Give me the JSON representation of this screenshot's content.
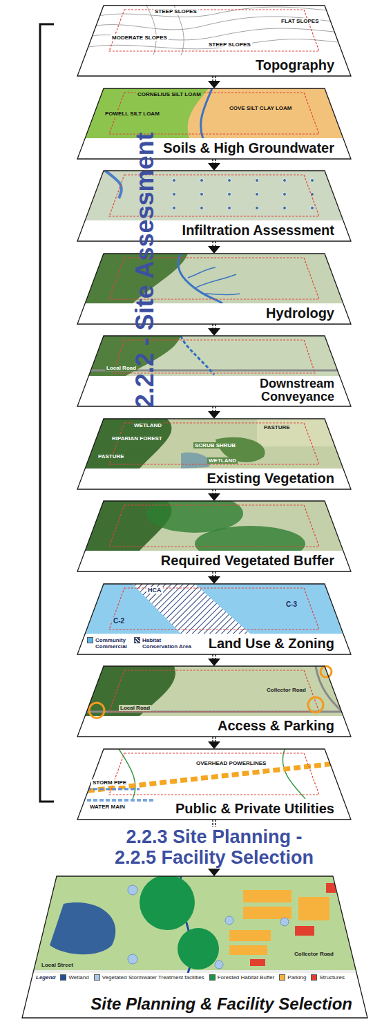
{
  "diagram": {
    "nodes": [
      {
        "text": [
          "Topography"
        ]
      },
      {
        "text": [
          "Soils & High Groundwater"
        ]
      },
      {
        "text": [
          "Infiltration Assessment"
        ]
      },
      {
        "text": [
          "Hydrology"
        ]
      },
      {
        "text": [
          "Downstream Conveyance"
        ]
      },
      {
        "text": [
          "Existing Vegetation"
        ]
      },
      {
        "text": [
          "Required Vegetated Buffer"
        ]
      },
      {
        "text": [
          "Land Use & Zoning"
        ]
      },
      {
        "text": [
          "Access & Parking"
        ]
      },
      {
        "text": [
          "Public & Private Utilities"
        ]
      },
      {
        "text": [
          "Site Planning & Facility Selection"
        ]
      }
    ],
    "edges": [
      {
        "from": 0,
        "to": 1,
        "arrow": "to"
      },
      {
        "from": 1,
        "to": 2,
        "arrow": "to"
      },
      {
        "from": 2,
        "to": 3,
        "arrow": "to"
      },
      {
        "from": 3,
        "to": 4,
        "arrow": "to"
      },
      {
        "from": 4,
        "to": 5,
        "arrow": "to"
      },
      {
        "from": 5,
        "to": 6,
        "arrow": "to"
      },
      {
        "from": 6,
        "to": 7,
        "arrow": "to"
      },
      {
        "from": 7,
        "to": 8,
        "arrow": "to"
      },
      {
        "from": 8,
        "to": 9,
        "arrow": "to"
      },
      {
        "from": 9,
        "to": 10,
        "arrow": "to",
        "label": "2.2.3 Site Planning - 2.2.5 Facility Selection"
      }
    ],
    "labels": [
      "2.2.2 - Site Assessment",
      "STEEP SLOPES",
      "FLAT SLOPES",
      "MODERATE SLOPES",
      "STEEP SLOPES",
      "CORNELIUS SILT LOAM",
      "POWELL SILT LOAM",
      "COVE SILT CLAY LOAM",
      "Local Road",
      "WETLAND",
      "PASTURE",
      "RIPARIAN FOREST",
      "SCRUB SHRUB",
      "PASTURE",
      "WETLAND",
      "HCA",
      "C-3",
      "C-2",
      "Collector Road",
      "Local Road",
      "STORM PIPE",
      "OVERHEAD POWERLINES",
      "WATER MAIN",
      "Collector Road",
      "Local Street",
      "Legend"
    ],
    "legend": [
      {
        "text": "Community Commercial",
        "color": "#5ab4e6"
      },
      {
        "text": "Habitat Conservation Area"
      },
      {
        "text": "Wetland",
        "color": "#1f4e9c"
      },
      {
        "text": "Vegetated Stormwater Treatment facilities",
        "color": "#a9c9ea"
      },
      {
        "text": "Forested Habitat Buffer",
        "color": "#17954a"
      },
      {
        "text": "Parking",
        "color": "#f7b13d"
      },
      {
        "text": "Structures",
        "color": "#e2402f"
      }
    ]
  }
}
